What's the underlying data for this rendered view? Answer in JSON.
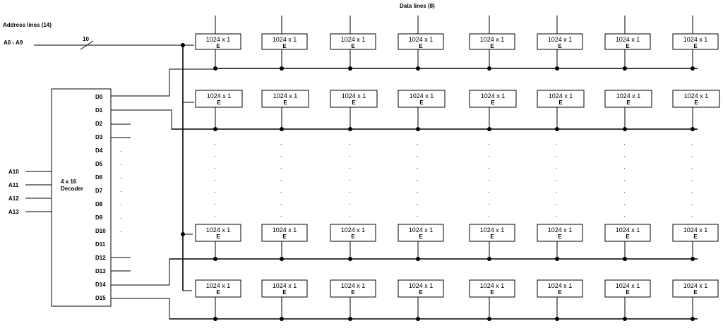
{
  "header": {
    "data_lines_label": "Data lines (8)",
    "address_lines_label": "Address lines  (14)",
    "address_bus_label": "A0 - A9",
    "bus_width_label": "10"
  },
  "decoder": {
    "label_line1": "4 x 16",
    "label_line2": "Decoder",
    "inputs": [
      "A10",
      "A11",
      "A12",
      "A13"
    ],
    "outputs": [
      "D0",
      "D1",
      "D2",
      "D3",
      "D4",
      "D5",
      "D6",
      "D7",
      "D8",
      "D9",
      "D10",
      "D11",
      "D12",
      "D13",
      "D14",
      "D15"
    ]
  },
  "memory_chip": {
    "label": "1024 x 1",
    "enable_label": "E"
  },
  "memory_array": {
    "columns": 8,
    "rows_shown": 4,
    "ellipsis_glyph": "."
  }
}
